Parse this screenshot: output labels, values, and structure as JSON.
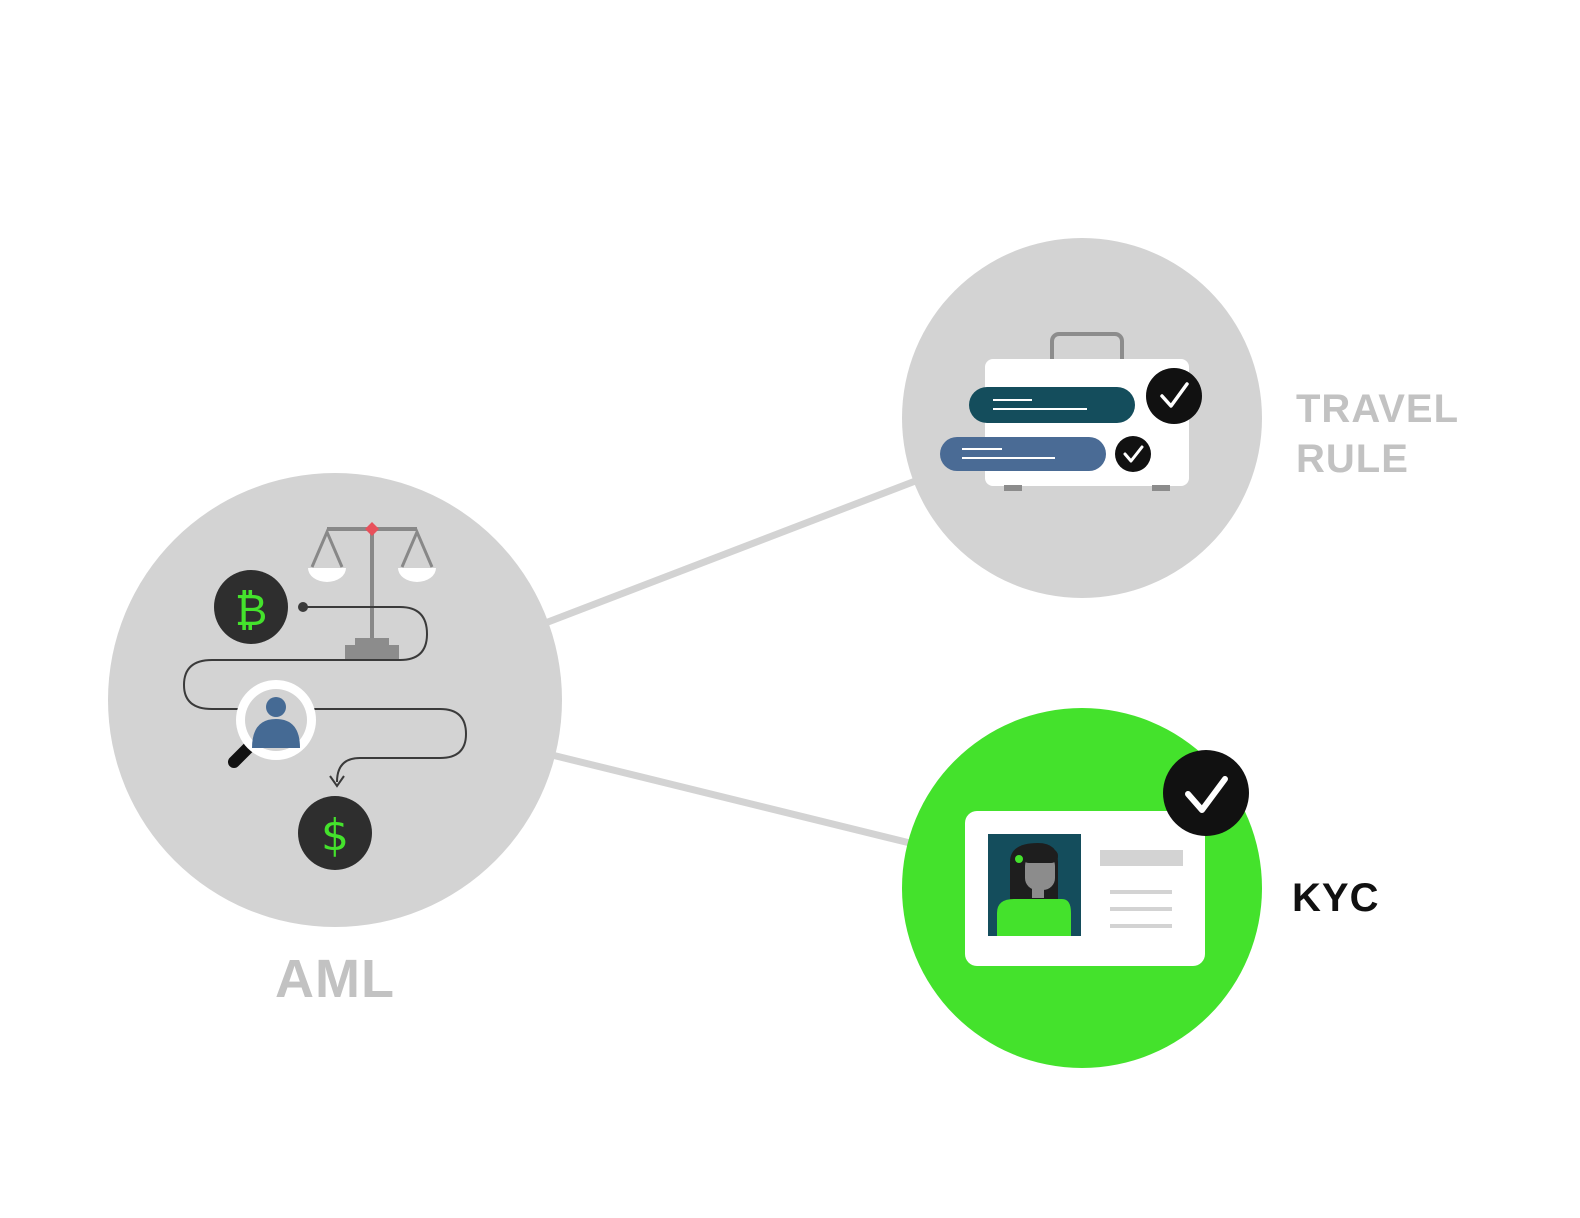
{
  "colors": {
    "background": "#ffffff",
    "node_gray": "#d3d3d3",
    "node_active": "#44e22c",
    "connector": "#d3d3d3",
    "label_inactive": "#c2c2c2",
    "label_active": "#111111",
    "bar_dark": "#144d5c",
    "bar_mid": "#4a6b95",
    "badge": "#111111",
    "coin": "#2e2e2e",
    "coin_symbol": "#44e22c",
    "person_blue": "#456a94",
    "photo_bg": "#144d5c",
    "pivot": "#e8505b"
  },
  "nodes": {
    "aml": {
      "label": "AML",
      "icons": [
        "balance-scale-icon",
        "bitcoin-coin-icon",
        "magnifier-person-icon",
        "dollar-coin-icon"
      ],
      "coin_symbols": {
        "bitcoin": "₿",
        "dollar": "$"
      }
    },
    "travel_rule": {
      "label_line1": "TRAVEL",
      "label_line2": "RULE",
      "icons": [
        "briefcase-icon",
        "check-badge-icon"
      ]
    },
    "kyc": {
      "label": "KYC",
      "active": true,
      "icons": [
        "id-card-icon",
        "check-badge-icon"
      ]
    }
  },
  "edges": [
    {
      "from": "AML",
      "to": "TRAVEL RULE"
    },
    {
      "from": "AML",
      "to": "KYC"
    }
  ]
}
